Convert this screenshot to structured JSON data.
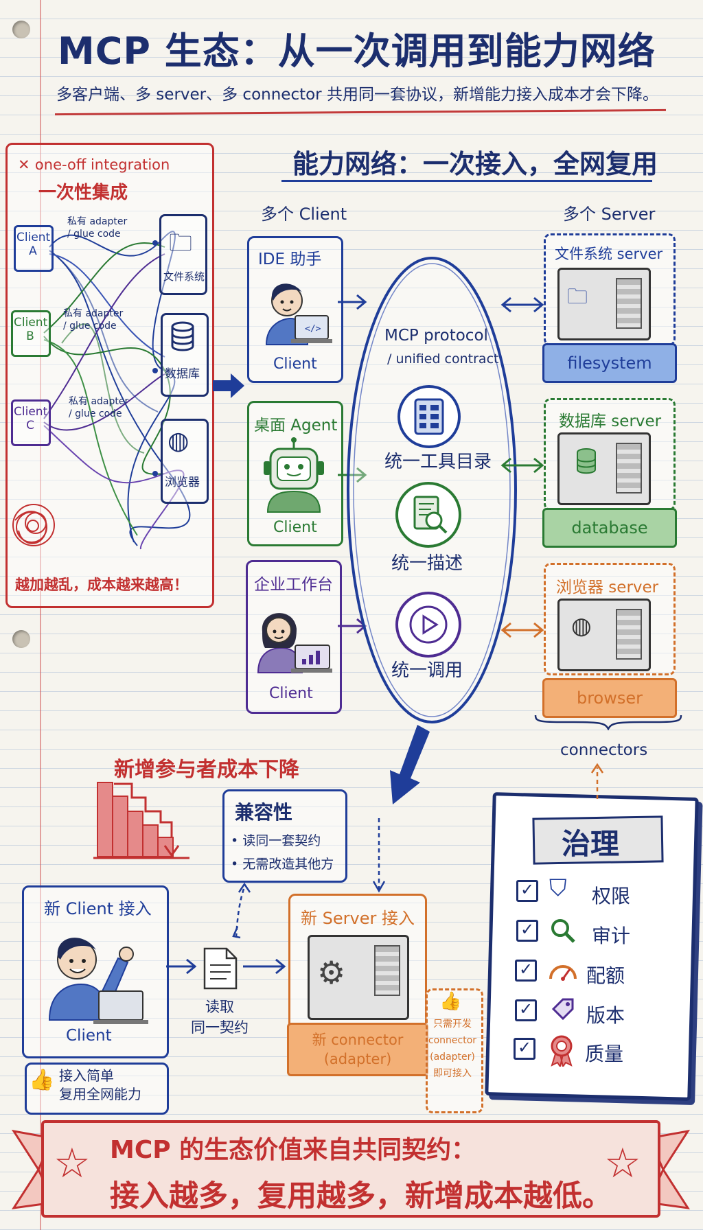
{
  "title": "MCP 生态：从一次调用到能力网络",
  "subtitle": "多客户端、多 server、多 connector 共用同一套协议，新增能力接入成本才会下降。",
  "left_panel": {
    "header_en": "one-off integration",
    "header_zh": "一次性集成",
    "clients": [
      "Client A",
      "Client B",
      "Client C"
    ],
    "adapter_note": "私有 adapter / glue code",
    "targets": [
      "文件系统",
      "数据库",
      "浏览器"
    ],
    "footer": "越加越乱，成本越来越高！"
  },
  "network": {
    "title": "能力网络：一次接入，全网复用",
    "clients_header": "多个 Client",
    "servers_header": "多个 Server",
    "clients": [
      {
        "name": "IDE 助手",
        "label": "Client"
      },
      {
        "name": "桌面 Agent",
        "label": "Client"
      },
      {
        "name": "企业工作台",
        "label": "Client"
      }
    ],
    "protocol_title": "MCP protocol",
    "protocol_sub": "/ unified contract",
    "protocol_items": [
      "统一工具目录",
      "统一描述",
      "统一调用"
    ],
    "servers": [
      {
        "name": "文件系统 server",
        "ribbon": "filesystem"
      },
      {
        "name": "数据库 server",
        "ribbon": "database"
      },
      {
        "name": "浏览器 server",
        "ribbon": "browser"
      }
    ],
    "connectors_label": "connectors"
  },
  "lower": {
    "cost_title": "新增参与者成本下降",
    "compat_title": "兼容性",
    "compat_items": [
      "• 读同一套契约",
      "• 无需改造其他方"
    ],
    "new_client_title": "新 Client 接入",
    "new_client_label": "Client",
    "read_contract": "读取\n同一契约",
    "thumbs_note": "接入简单\n复用全网能力",
    "new_server_title": "新 Server 接入",
    "new_connector": "新 connector\n(adapter)",
    "side_note": "只需开发\nconnector\n(adapter)\n即可接入"
  },
  "governance": {
    "title": "治理",
    "items": [
      "权限",
      "审计",
      "配额",
      "版本",
      "质量"
    ]
  },
  "banner": {
    "line1": "MCP 的生态价值来自共同契约：",
    "line2": "接入越多，复用越多，新增成本越低。"
  },
  "colors": {
    "navy": "#1c2e6e",
    "blue": "#1f3d99",
    "green": "#2a7a33",
    "purple": "#4e2c92",
    "orange": "#d2702a",
    "red": "#c23030"
  }
}
